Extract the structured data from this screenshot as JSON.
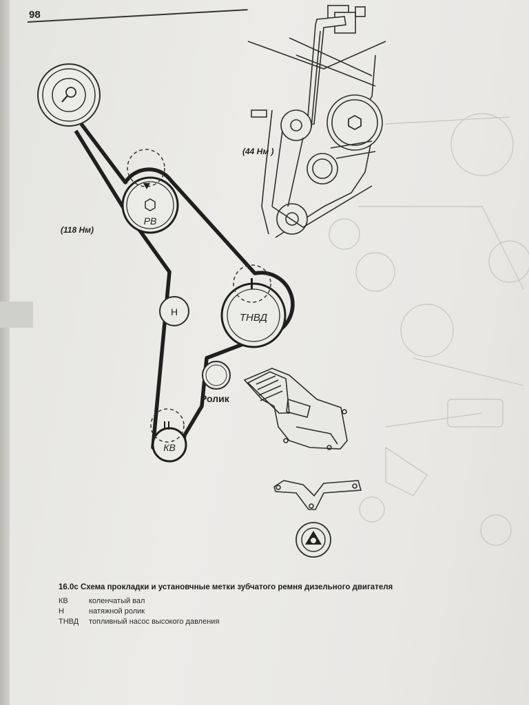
{
  "page_number": "98",
  "labels": {
    "rv": "РВ",
    "tnvd": "ТНВД",
    "n": "Н",
    "kv": "КВ",
    "rolik": "Ролик",
    "torque_118": "(118 Нм)",
    "torque_44": "(44 Нм )"
  },
  "caption": "16.0с Схема прокладки и установчные метки зубчатого ремня дизельного двигателя",
  "legend": [
    {
      "abbr": "КВ",
      "text": "коленчатый вал"
    },
    {
      "abbr": "Н",
      "text": "натяжной ролик"
    },
    {
      "abbr": "ТНВД",
      "text": "топливный насос высокого давления"
    }
  ]
}
